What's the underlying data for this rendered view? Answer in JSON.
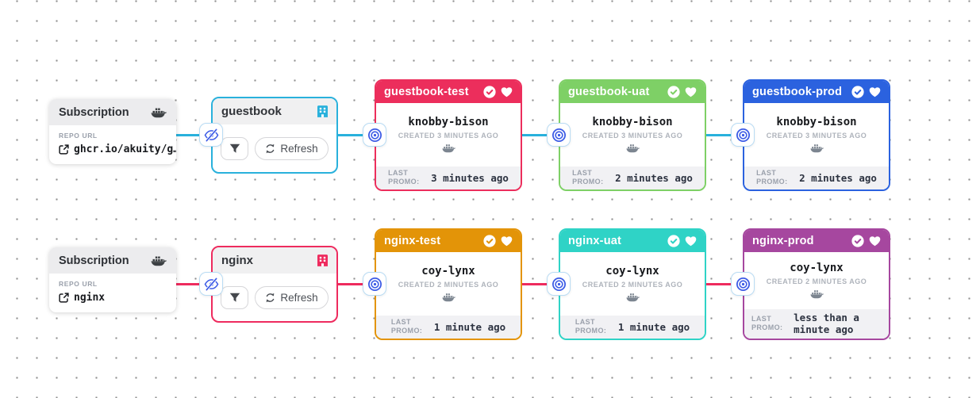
{
  "palette": {
    "connector_blue": "#3d5ce6",
    "icon_dark": "#3c4043",
    "icon_gray": "#7c8590"
  },
  "icons": {
    "docker": "docker-whale-icon",
    "building": "warehouse-building-icon",
    "funnel": "filter-funnel-icon",
    "refresh": "refresh-arrows-icon",
    "external_link": "external-link-icon",
    "eye_slash": "hide-subscription-icon",
    "target": "freight-target-icon",
    "check": "verified-check-icon",
    "heart": "favorite-heart-icon"
  },
  "pipelines": [
    {
      "name": "guestbook",
      "color": "#29b1dc",
      "subscription": {
        "title": "Subscription",
        "repo_label": "REPO URL",
        "repo_url": "ghcr.io/akuity/g…"
      },
      "warehouse": {
        "name": "guestbook",
        "refresh_label": "Refresh"
      },
      "stages": [
        {
          "name": "guestbook-test",
          "color": "#ec2e5c",
          "freight": "knobby-bison",
          "created": "CREATED 3 MINUTES AGO",
          "last_promo_label": "LAST PROMO:",
          "last_promo": "3 minutes ago"
        },
        {
          "name": "guestbook-uat",
          "color": "#7ed066",
          "freight": "knobby-bison",
          "created": "CREATED 3 MINUTES AGO",
          "last_promo_label": "LAST PROMO:",
          "last_promo": "2 minutes ago"
        },
        {
          "name": "guestbook-prod",
          "color": "#2b62df",
          "freight": "knobby-bison",
          "created": "CREATED 3 MINUTES AGO",
          "last_promo_label": "LAST PROMO:",
          "last_promo": "2 minutes ago"
        }
      ]
    },
    {
      "name": "nginx",
      "color": "#ee2b5e",
      "subscription": {
        "title": "Subscription",
        "repo_label": "REPO URL",
        "repo_url": "nginx"
      },
      "warehouse": {
        "name": "nginx",
        "refresh_label": "Refresh"
      },
      "stages": [
        {
          "name": "nginx-test",
          "color": "#e39408",
          "freight": "coy-lynx",
          "created": "CREATED 2 MINUTES AGO",
          "last_promo_label": "LAST PROMO:",
          "last_promo": "1 minute ago"
        },
        {
          "name": "nginx-uat",
          "color": "#2fd3c6",
          "freight": "coy-lynx",
          "created": "CREATED 2 MINUTES AGO",
          "last_promo_label": "LAST PROMO:",
          "last_promo": "1 minute ago"
        },
        {
          "name": "nginx-prod",
          "color": "#a6479f",
          "freight": "coy-lynx",
          "created": "CREATED 2 MINUTES AGO",
          "last_promo_label": "LAST PROMO:",
          "last_promo": "less than a minute ago"
        }
      ]
    }
  ]
}
